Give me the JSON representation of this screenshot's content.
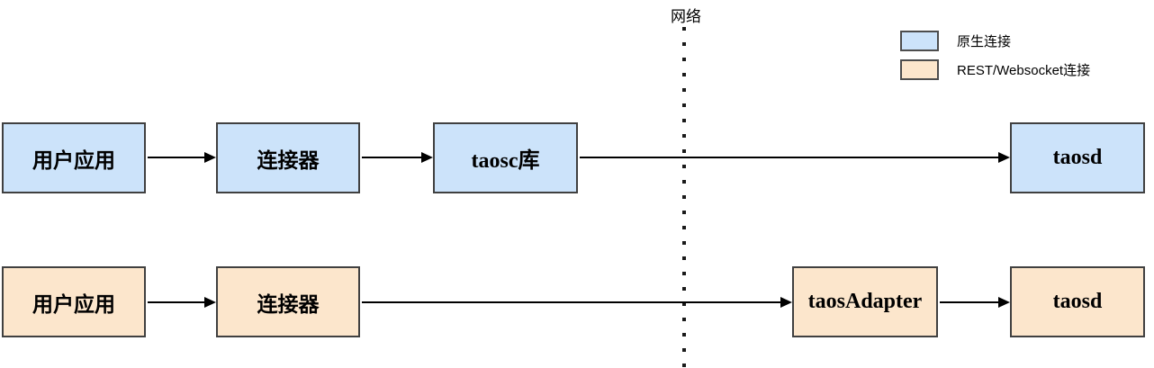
{
  "colors": {
    "native_fill": "#cce3fa",
    "rest_fill": "#fce6cc",
    "box_border": "#404040",
    "arrow": "#000000"
  },
  "network_divider": {
    "label": "网络"
  },
  "legend": {
    "items": [
      {
        "label": "原生连接",
        "type": "native"
      },
      {
        "label": "REST/Websocket连接",
        "type": "rest"
      }
    ]
  },
  "rows": {
    "native": {
      "user_app": "用户应用",
      "connector": "连接器",
      "taosc": "taosc库",
      "taosd": "taosd"
    },
    "rest": {
      "user_app": "用户应用",
      "connector": "连接器",
      "taos_adapter": "taosAdapter",
      "taosd": "taosd"
    }
  },
  "edges": [
    {
      "row": "native",
      "from": "用户应用",
      "to": "连接器"
    },
    {
      "row": "native",
      "from": "连接器",
      "to": "taosc库"
    },
    {
      "row": "native",
      "from": "taosc库",
      "to": "taosd"
    },
    {
      "row": "rest",
      "from": "用户应用",
      "to": "连接器"
    },
    {
      "row": "rest",
      "from": "连接器",
      "to": "taosAdapter"
    },
    {
      "row": "rest",
      "from": "taosAdapter",
      "to": "taosd"
    }
  ]
}
